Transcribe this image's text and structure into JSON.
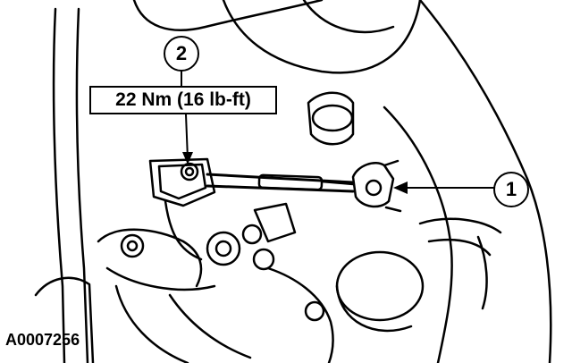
{
  "diagram": {
    "torque_spec": "22 Nm (16 lb-ft)",
    "callouts": [
      {
        "number": "2"
      },
      {
        "number": "1"
      }
    ],
    "figure_id": "A0007256"
  }
}
